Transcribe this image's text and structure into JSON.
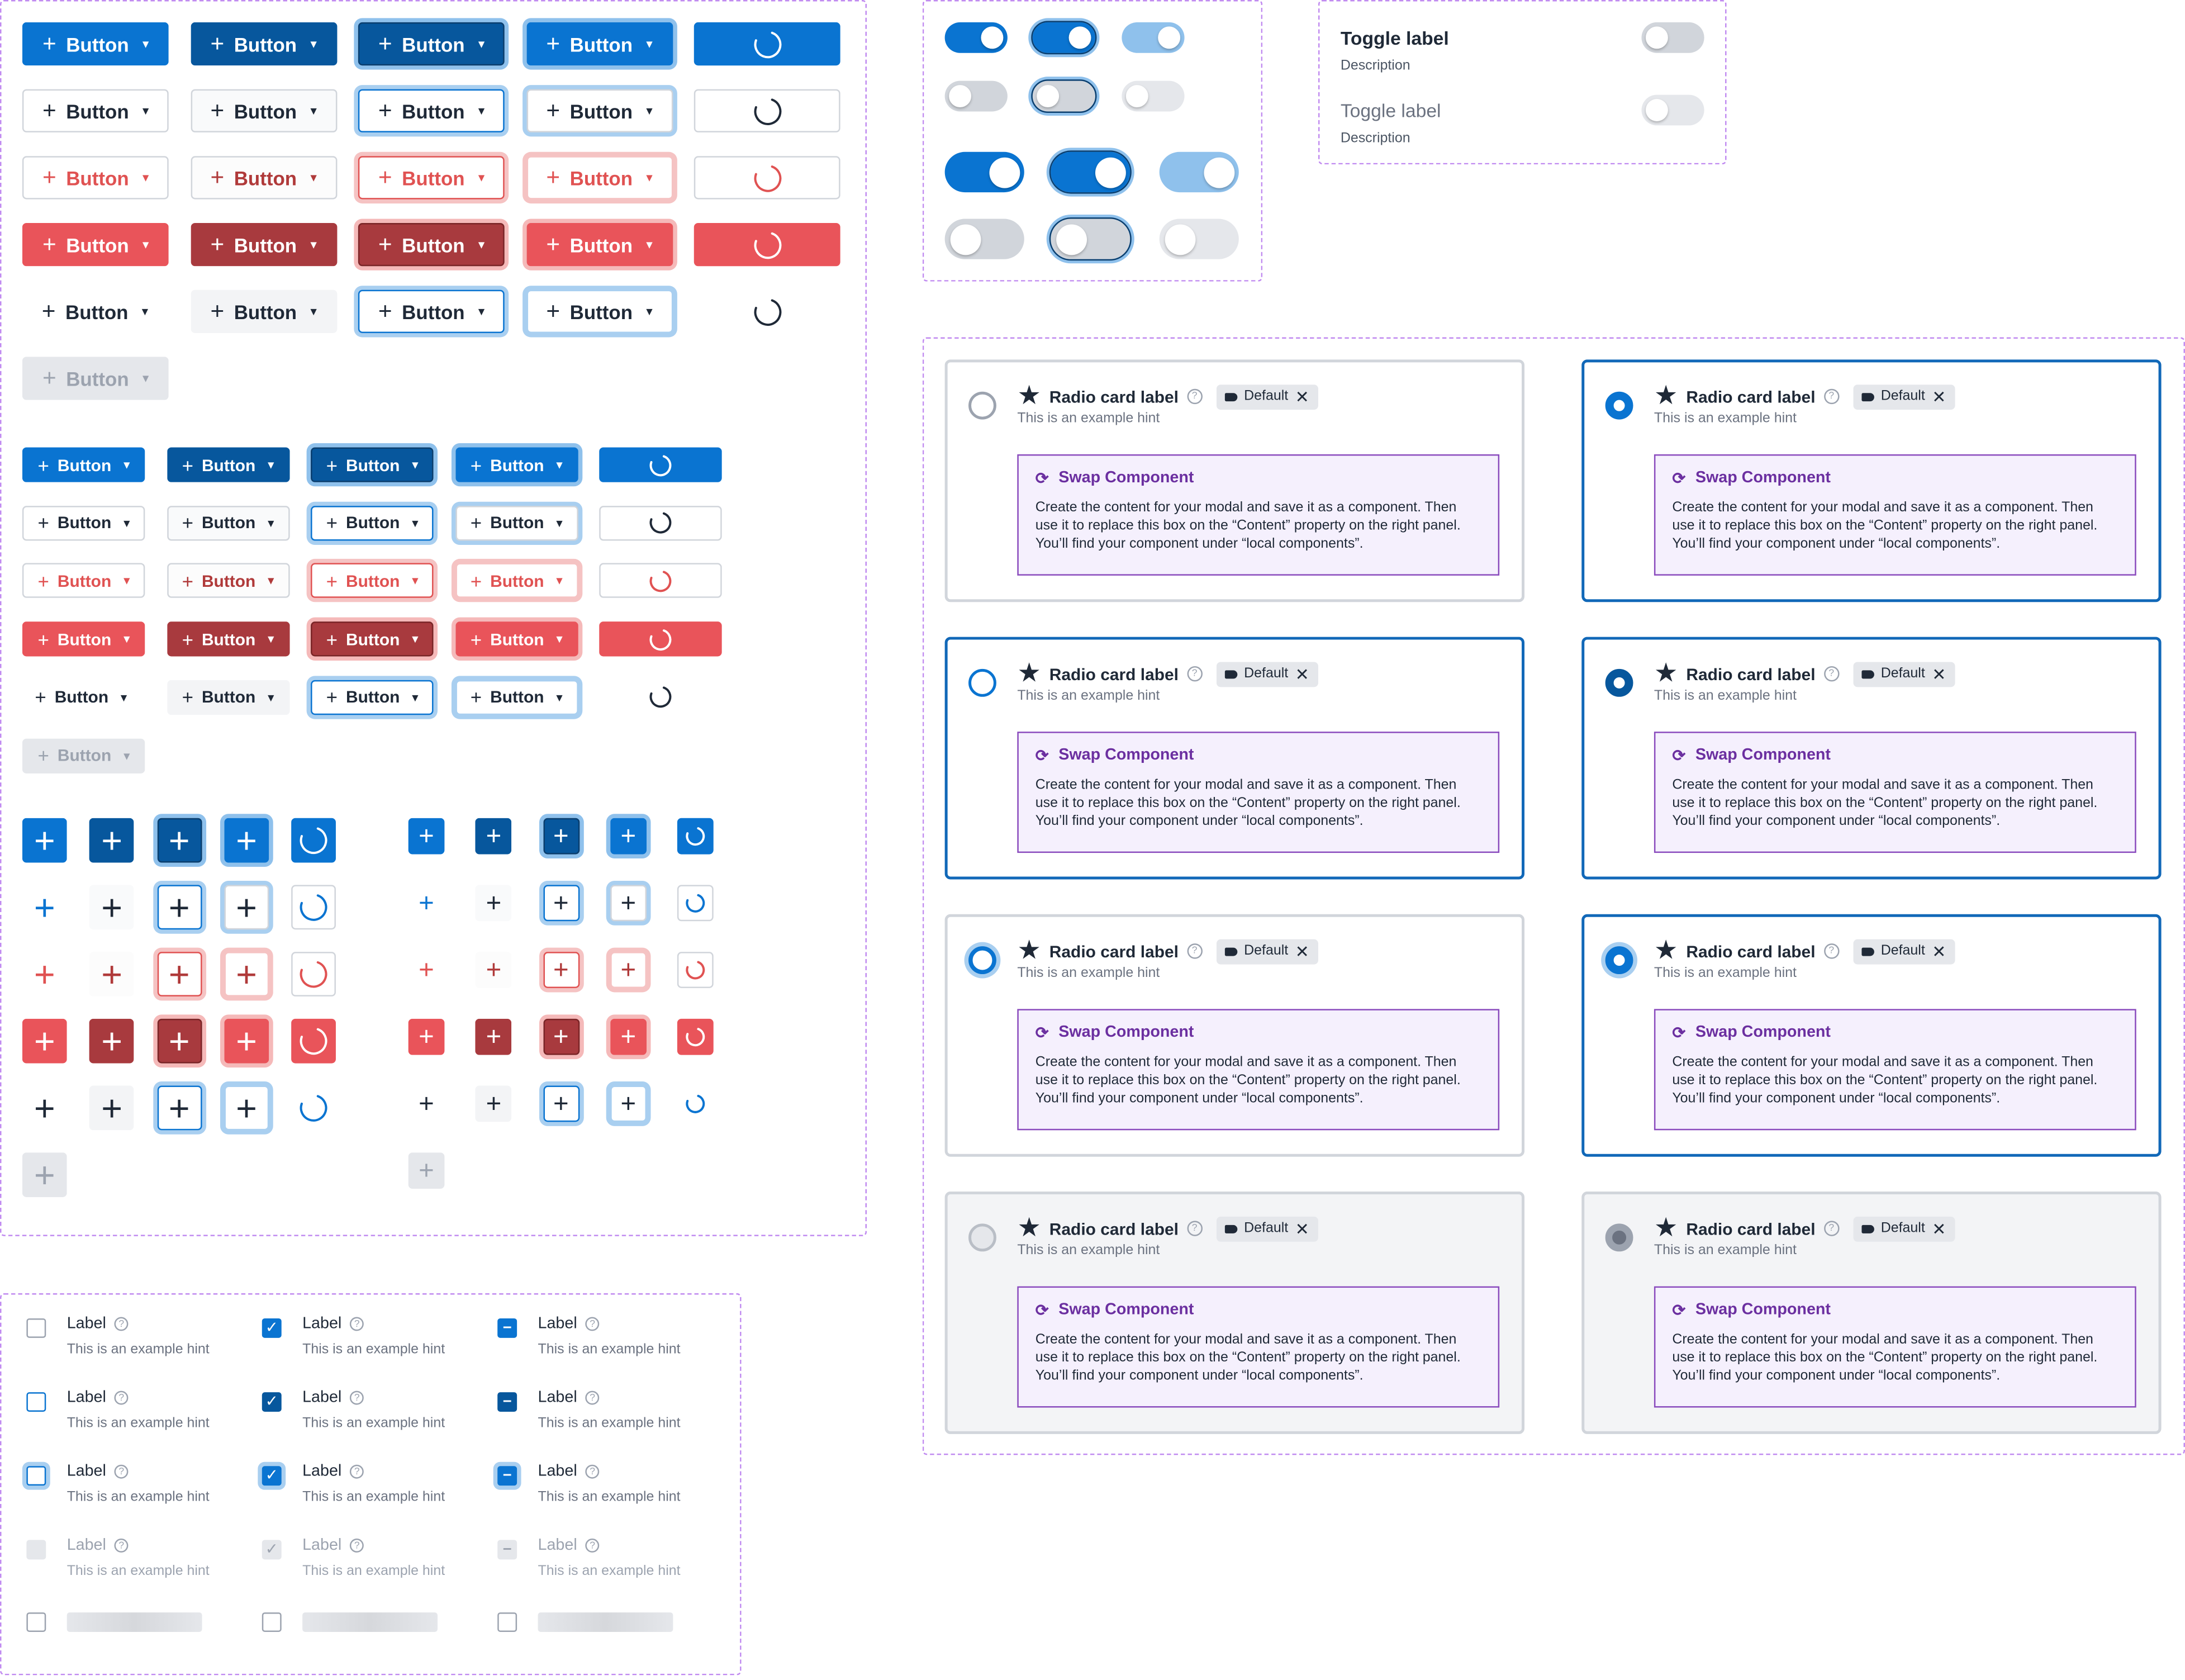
{
  "buttons": {
    "label": "Button",
    "plus": "+",
    "chevron": "▾"
  },
  "toggle_panel": {
    "items": [
      {
        "label": "Toggle label",
        "description": "Description"
      },
      {
        "label": "Toggle label",
        "description": "Description"
      }
    ]
  },
  "radio_card": {
    "label": "Radio card label",
    "help_mark": "?",
    "hint": "This is an example hint",
    "tag": "Default",
    "tag_close": "✕",
    "star": "★",
    "swap_icon": "⟳",
    "swap_title": "Swap Component",
    "swap_body": "Create the content for your modal and save it as a component. Then use it to replace this box on the “Content” property on the right panel. You’ll find your component under “local components”."
  },
  "checkbox": {
    "label": "Label",
    "hint": "This is an example hint",
    "help_mark": "?",
    "check": "✓",
    "dash": "−"
  },
  "icons": [
    "plus-icon",
    "chevron-down-icon",
    "spinner-icon",
    "star-icon",
    "question-icon",
    "tag-icon",
    "close-icon",
    "swap-icon",
    "check-icon",
    "minus-icon"
  ],
  "colors": {
    "primary": "#0a74d1",
    "primary_hover": "#07579d",
    "danger": "#e9545a",
    "danger_hover": "#a83a3e",
    "focus_ring": "#a9cff0",
    "swap_border": "#8a4bbd",
    "swap_bg": "#f5f0fd"
  }
}
